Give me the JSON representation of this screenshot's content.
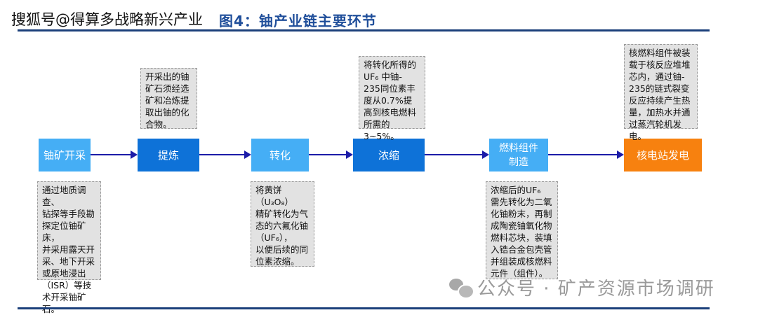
{
  "header": {
    "title": "图4：铀产业链主要环节",
    "watermark": "搜狐号@得算多战略新兴产业"
  },
  "stages": [
    {
      "label": "铀矿开采",
      "color": "#45aef5"
    },
    {
      "label": "提炼",
      "color": "#0e72d8"
    },
    {
      "label": "转化",
      "color": "#45aef5"
    },
    {
      "label": "浓缩",
      "color": "#0e72d8"
    },
    {
      "label": "燃料组件\n制造",
      "color": "#45aef5"
    },
    {
      "label": "核电站发电",
      "color": "#f7810f"
    }
  ],
  "notes": [
    "通过地质调查、\n钻探等手段勘\n探定位铀矿床，\n并采用露天开\n采、地下开采\n或原地浸出\n（ISR）等技\n术开采铀矿石。",
    "开采出的铀\n矿石须经选\n矿和冶炼提\n取出铀的化\n合物。",
    "将黄饼\n（U₃O₈）\n精矿转化为气\n态的六氟化铀\n（UF₆），\n以便后续的同\n位素浓缩。",
    "将转化所得的\nUF₆ 中铀-\n235同位素丰\n度从0.7%提\n高到核电燃料\n所需的3~5%。",
    "浓缩后的UF₆\n需先转化为二氧\n化铀粉末，再制\n成陶瓷铀氧化物\n燃料芯块，装填\n入锆合金包壳管\n并组装成核燃料\n元件（组件）。",
    "核燃料组件被装\n载于核反应堆堆\n芯内，通过铀-\n235的链式裂变\n反应持续产生热\n量，加热水并通\n过蒸汽轮机发电。"
  ],
  "footer": {
    "watermark": "公众号 · 矿产资源市场调研",
    "icon": "wechat-icon"
  }
}
